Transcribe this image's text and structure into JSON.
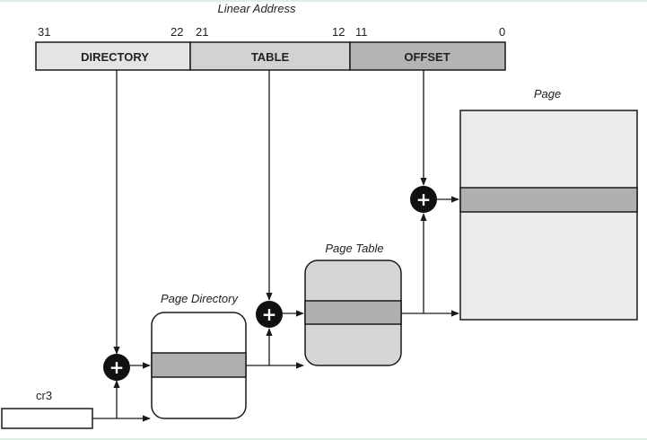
{
  "linear_address": {
    "title": "Linear Address",
    "bits": {
      "b31": "31",
      "b22": "22",
      "b21": "21",
      "b12": "12",
      "b11": "11",
      "b0": "0"
    },
    "fields": {
      "directory": "DIRECTORY",
      "table": "TABLE",
      "offset": "OFFSET"
    }
  },
  "labels": {
    "page": "Page",
    "page_table": "Page Table",
    "page_directory": "Page Directory",
    "cr3": "cr3"
  },
  "adder_symbol": "+",
  "colors": {
    "directory_fill": "#e4e4e4",
    "table_fill": "#d2d2d2",
    "offset_fill": "#b4b4b4",
    "page_fill": "#ebebeb",
    "entry_fill": "#b0b0b0",
    "page_table_fill": "#d6d6d6",
    "stroke": "#1a1a1a"
  }
}
